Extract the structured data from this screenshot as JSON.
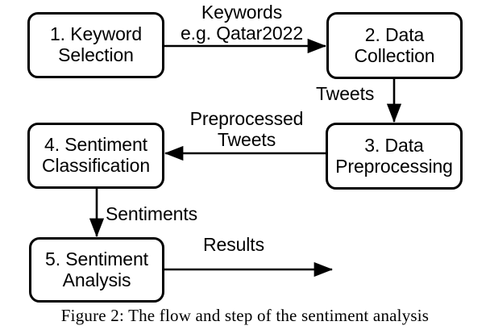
{
  "figure": {
    "caption": "Figure 2: The flow and step of the sentiment analysis",
    "background_color": "#ffffff",
    "stroke_color": "#000000"
  },
  "nodes": [
    {
      "id": "keyword-selection",
      "line1": "1. Keyword",
      "line2": "Selection"
    },
    {
      "id": "data-collection",
      "line1": "2. Data",
      "line2": "Collection"
    },
    {
      "id": "data-preprocessing",
      "line1": "3. Data",
      "line2": "Preprocessing"
    },
    {
      "id": "sentiment-classification",
      "line1": "4. Sentiment",
      "line2": "Classification"
    },
    {
      "id": "sentiment-analysis",
      "line1": "5. Sentiment",
      "line2": "Analysis"
    }
  ],
  "edges": [
    {
      "id": "keywords",
      "from": "keyword-selection",
      "to": "data-collection",
      "line1": "Keywords",
      "line2": "e.g. Qatar2022"
    },
    {
      "id": "tweets",
      "from": "data-collection",
      "to": "data-preprocessing",
      "line1": "Tweets",
      "line2": ""
    },
    {
      "id": "preprocessed-tweets",
      "from": "data-preprocessing",
      "to": "sentiment-classification",
      "line1": "Preprocessed",
      "line2": "Tweets"
    },
    {
      "id": "sentiments",
      "from": "sentiment-classification",
      "to": "sentiment-analysis",
      "line1": "Sentiments",
      "line2": ""
    },
    {
      "id": "results",
      "from": "sentiment-analysis",
      "to": "",
      "line1": "Results",
      "line2": ""
    }
  ]
}
